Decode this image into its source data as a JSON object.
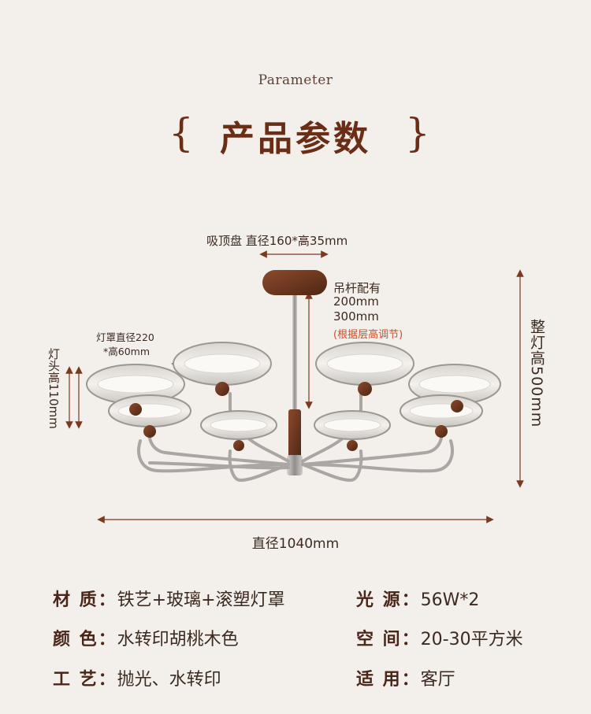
{
  "header": {
    "subtitle": "Parameter",
    "title": "产品参数",
    "brace_left": "{",
    "brace_right": "}"
  },
  "dimensions": {
    "canopy": "吸顶盘 直径160*高35mm",
    "rod_title": "吊杆配有",
    "rod_1": "200mm",
    "rod_2": "300mm",
    "rod_note": "(根据层高调节)",
    "shade_1": "灯罩直径220",
    "shade_2": "*高60mm",
    "head_height": "灯头高110mm",
    "total_height": "整灯高500mm",
    "diameter": "直径1040mm"
  },
  "specs": [
    {
      "label": "材 质：",
      "value": "铁艺+玻璃+滚塑灯罩"
    },
    {
      "label": "光 源：",
      "value": "56W*2"
    },
    {
      "label": "颜 色：",
      "value": "水转印胡桃木色"
    },
    {
      "label": "空 间：",
      "value": "20-30平方米"
    },
    {
      "label": "工 艺：",
      "value": "抛光、水转印"
    },
    {
      "label": "适 用：",
      "value": "客厅"
    }
  ],
  "colors": {
    "background": "#f3efea",
    "title": "#6a2d16",
    "walnut": "#7a4028",
    "chrome": "#b9b6b3",
    "note": "#c8502a"
  }
}
